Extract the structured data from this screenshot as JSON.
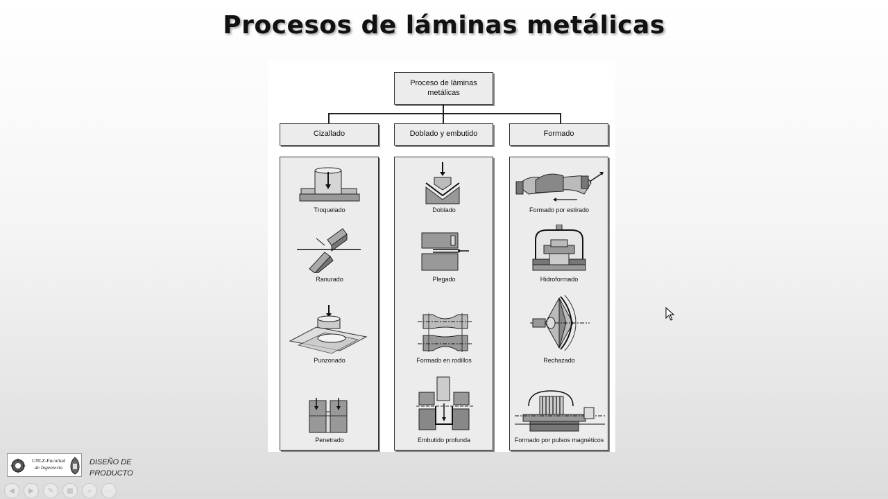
{
  "slide": {
    "title": "Procesos de láminas metálicas"
  },
  "diagram": {
    "root": "Proceso de láminas metálicas",
    "categories": [
      {
        "label": "Cizallado",
        "processes": [
          "Troquelado",
          "Ranurado",
          "Punzonado",
          "Penetrado"
        ]
      },
      {
        "label": "Doblado y embutido",
        "processes": [
          "Doblado",
          "Plegado",
          "Formado en rodillos",
          "Embutido profunda"
        ]
      },
      {
        "label": "Formado",
        "processes": [
          "Formado por estirado",
          "Hidroformado",
          "Rechazado",
          "Formado por pulsos magnéticos"
        ]
      }
    ]
  },
  "footer": {
    "logo_line1": "UNLZ-Facultad",
    "logo_line2": "de Ingeniería",
    "course_line1": "DISEÑO DE",
    "course_line2": "PRODUCTO"
  },
  "toolbar": {
    "icons": [
      "previous-icon",
      "play-icon",
      "pen-icon",
      "slides-icon",
      "zoom-icon",
      "more-icon"
    ]
  }
}
